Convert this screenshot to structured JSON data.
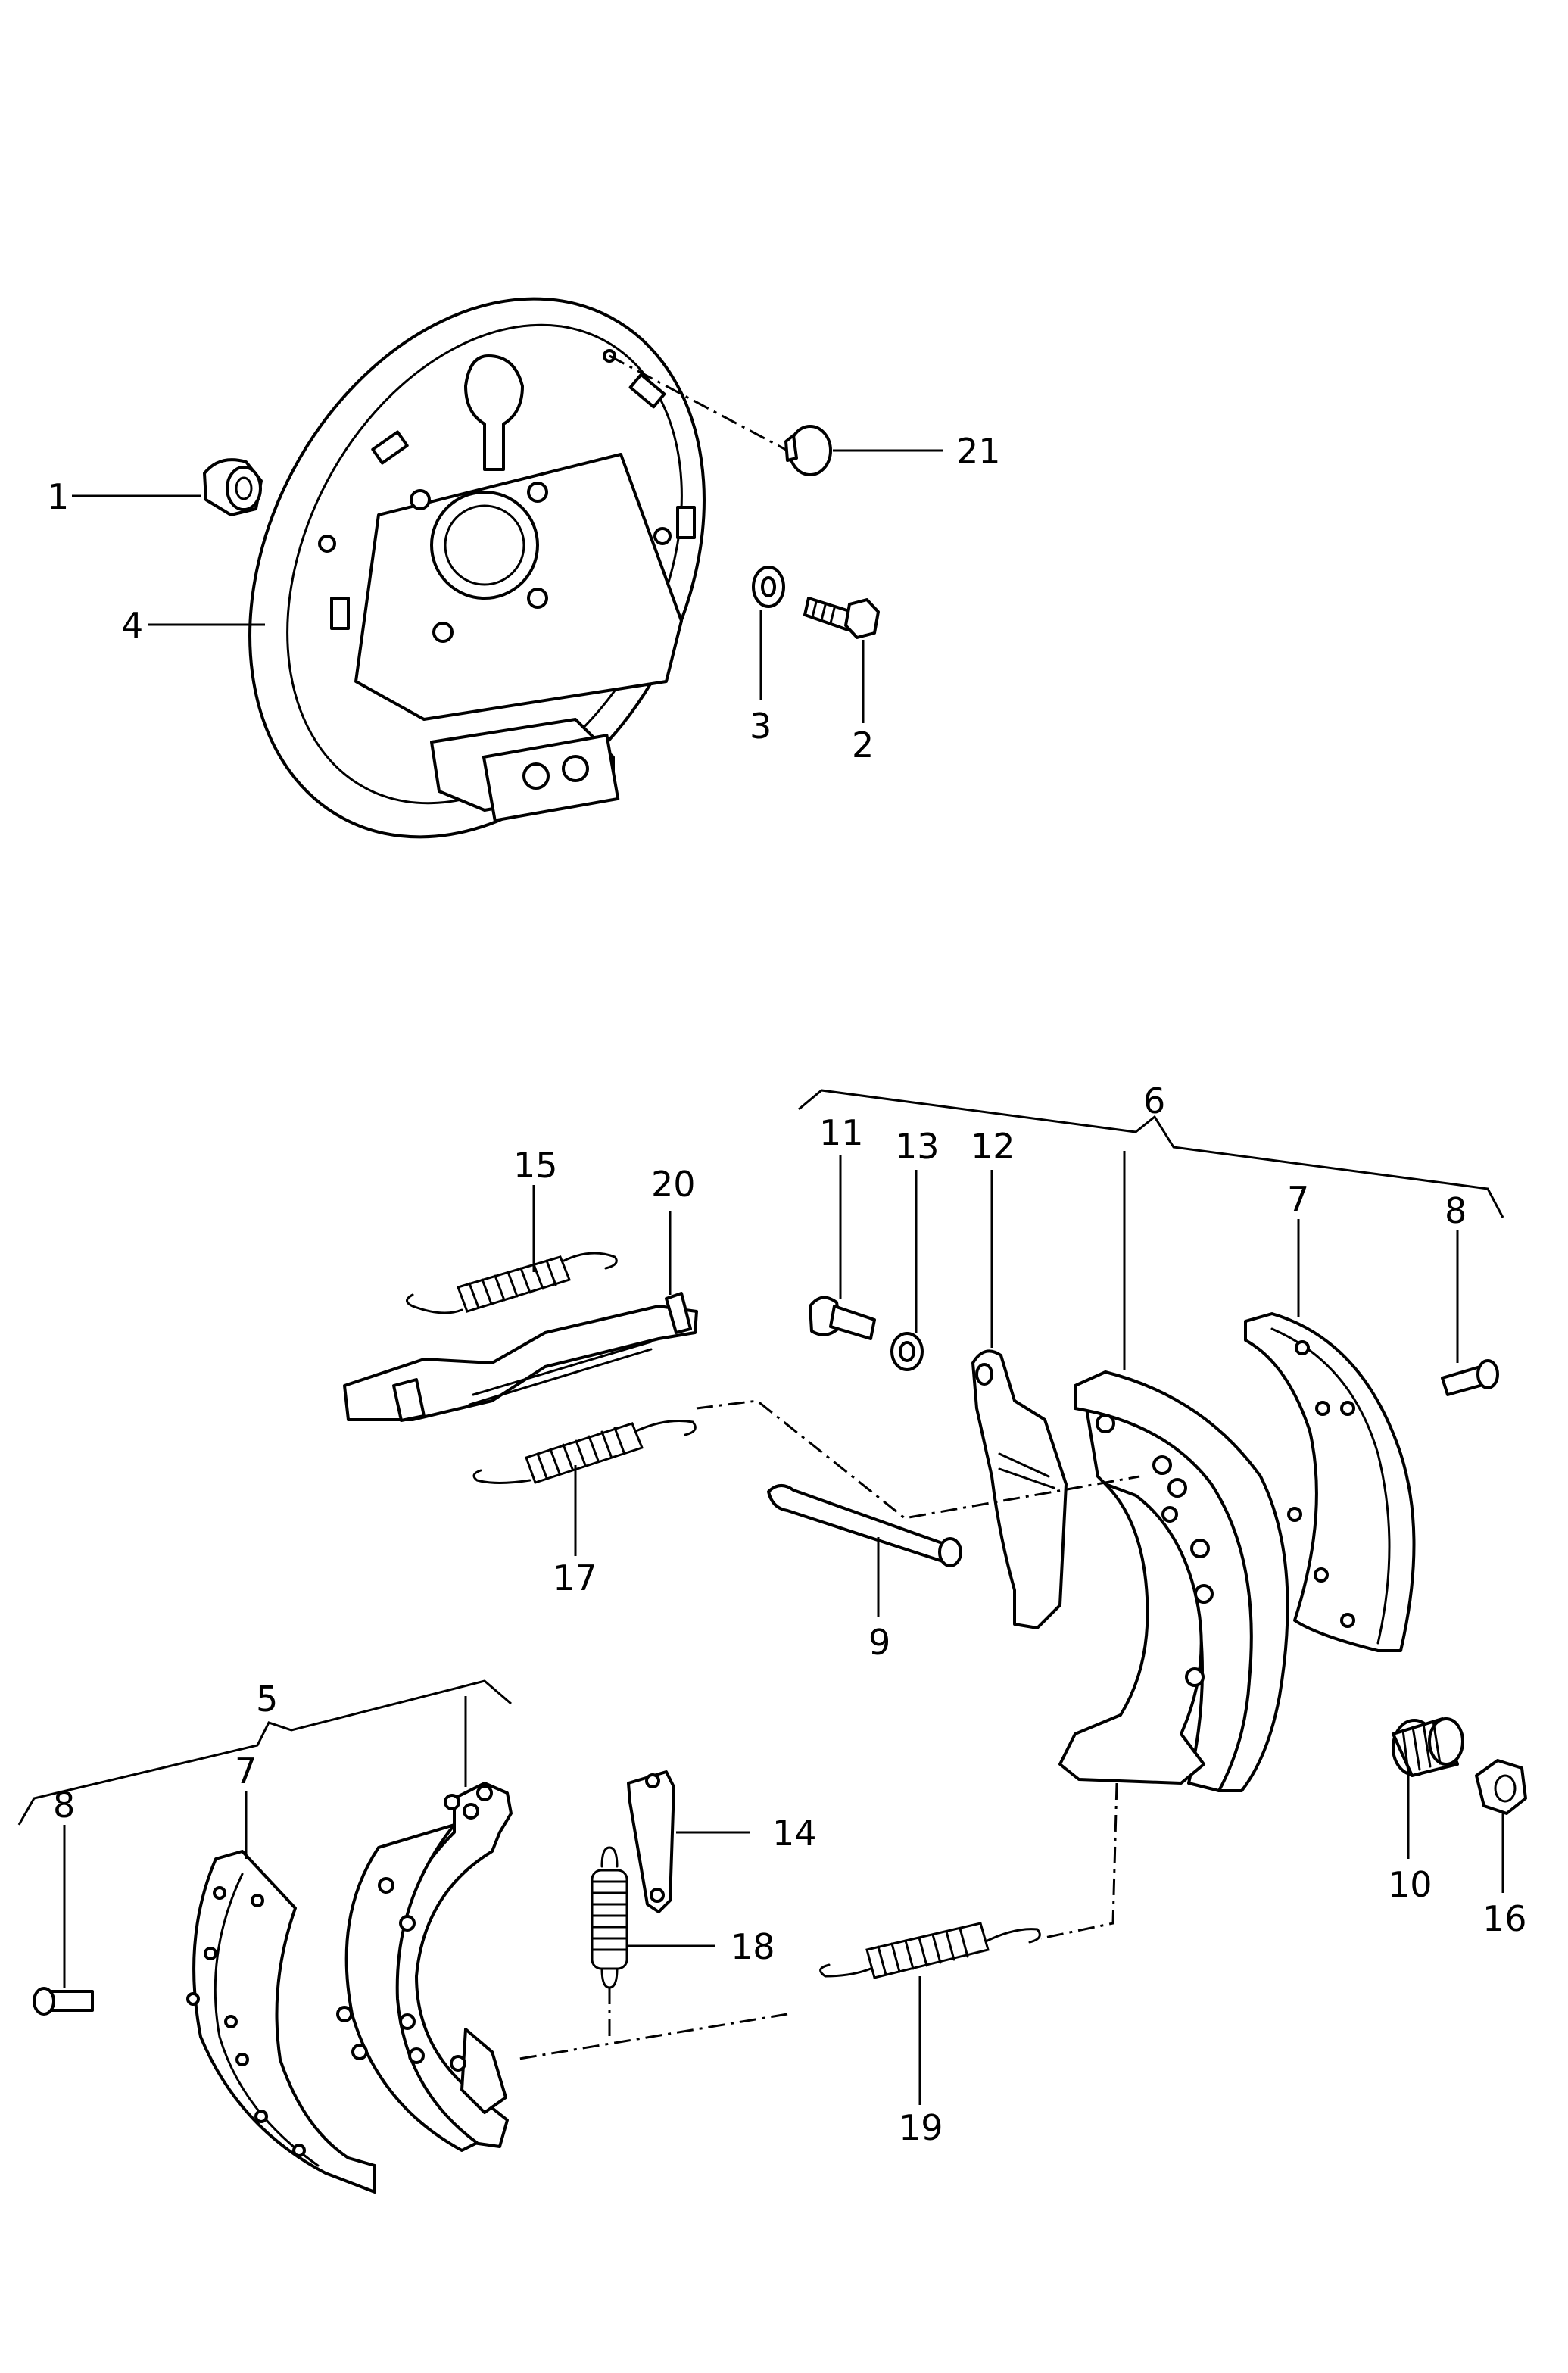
{
  "callouts": {
    "c1": "1",
    "c2": "2",
    "c3": "3",
    "c4": "4",
    "c5": "5",
    "c6": "6",
    "c7a": "7",
    "c7b": "7",
    "c8a": "8",
    "c8b": "8",
    "c9": "9",
    "c10": "10",
    "c11": "11",
    "c12": "12",
    "c13": "13",
    "c14": "14",
    "c15": "15",
    "c16": "16",
    "c17": "17",
    "c18": "18",
    "c19": "19",
    "c20": "20",
    "c21": "21"
  },
  "colors": {
    "line": "#000000",
    "background": "#ffffff"
  }
}
